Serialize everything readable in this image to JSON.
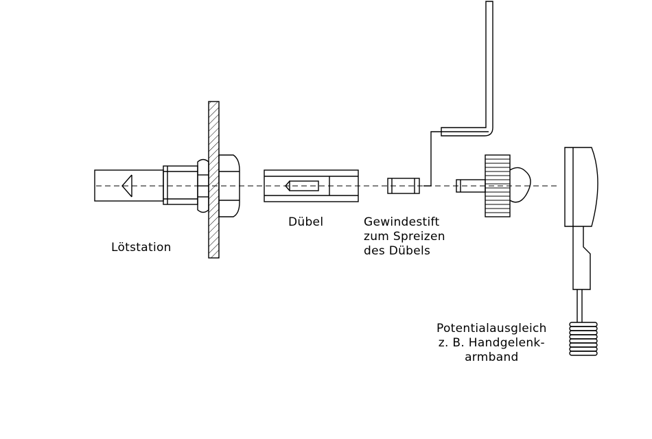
{
  "labels": {
    "loetstation": "Lötstation",
    "duebel": "Dübel",
    "gewindestift": [
      "Gewindestift",
      "zum Spreizen",
      "des Dübels"
    ],
    "potential": [
      "Potentialausgleich",
      "z. B. Handgelenk-",
      "armband"
    ]
  },
  "colors": {
    "line": "#000000",
    "background": "#ffffff"
  }
}
